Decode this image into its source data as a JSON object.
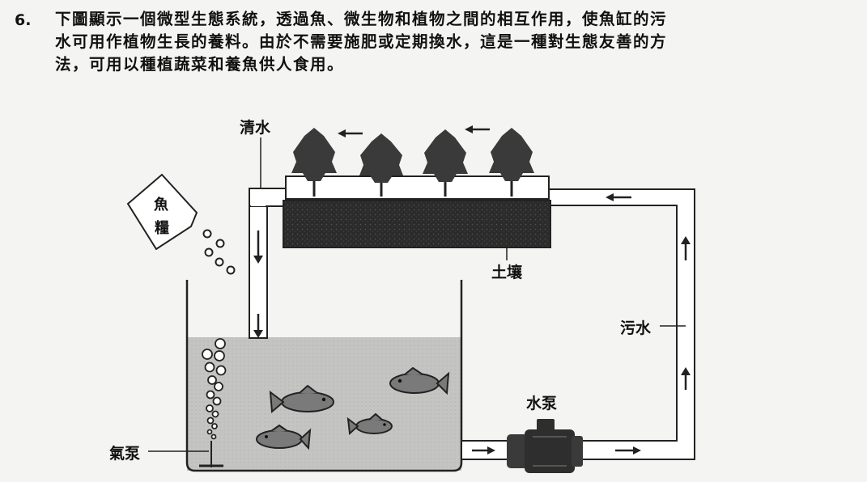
{
  "question": {
    "number": "6.",
    "lines": [
      "下圖顯示一個微型生態系統，透過魚、微生物和植物之間的相互作用，使魚缸的污",
      "水可用作植物生長的養料。由於不需要施肥或定期換水，這是一種對生態友善的方",
      "法，可用以種植蔬菜和養魚供人食用。"
    ]
  },
  "diagram": {
    "labels": {
      "clean_water": "清水",
      "fish_food_line1": "魚",
      "fish_food_line2": "糧",
      "soil": "土壤",
      "waste_water": "污水",
      "water_pump": "水泵",
      "air_pump": "氣泵"
    },
    "colors": {
      "water": "#bdbdbd",
      "soil": "#2a2a2a",
      "outline": "#222222",
      "pipe_fill": "#ffffff"
    }
  }
}
